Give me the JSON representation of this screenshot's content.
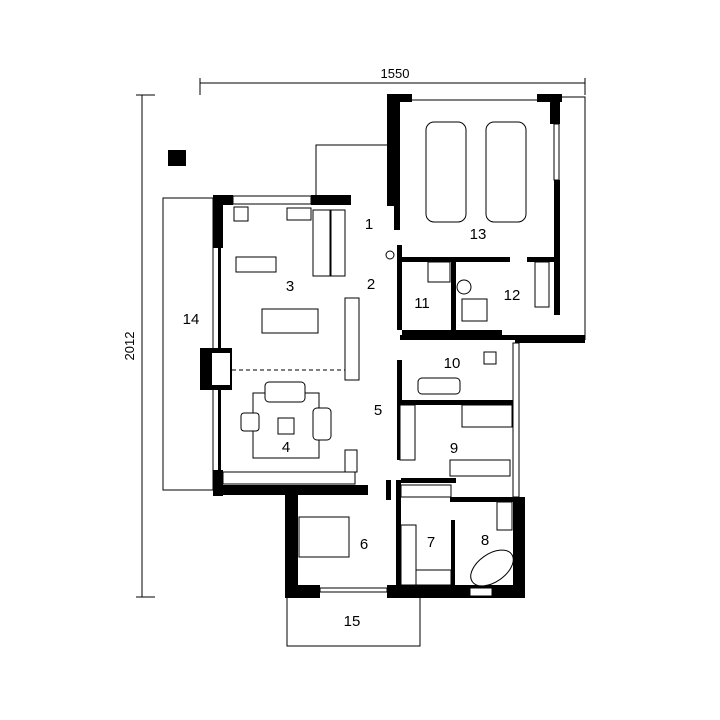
{
  "dimensions": {
    "width_label": "1550",
    "height_label": "2012"
  },
  "rooms": [
    {
      "id": "1",
      "label": "1"
    },
    {
      "id": "2",
      "label": "2"
    },
    {
      "id": "3",
      "label": "3"
    },
    {
      "id": "4",
      "label": "4"
    },
    {
      "id": "5",
      "label": "5"
    },
    {
      "id": "6",
      "label": "6"
    },
    {
      "id": "7",
      "label": "7"
    },
    {
      "id": "8",
      "label": "8"
    },
    {
      "id": "9",
      "label": "9"
    },
    {
      "id": "10",
      "label": "10"
    },
    {
      "id": "11",
      "label": "11"
    },
    {
      "id": "12",
      "label": "12"
    },
    {
      "id": "13",
      "label": "13"
    },
    {
      "id": "14",
      "label": "14"
    },
    {
      "id": "15",
      "label": "15"
    }
  ],
  "colors": {
    "ink": "#000000",
    "paper": "#ffffff"
  }
}
